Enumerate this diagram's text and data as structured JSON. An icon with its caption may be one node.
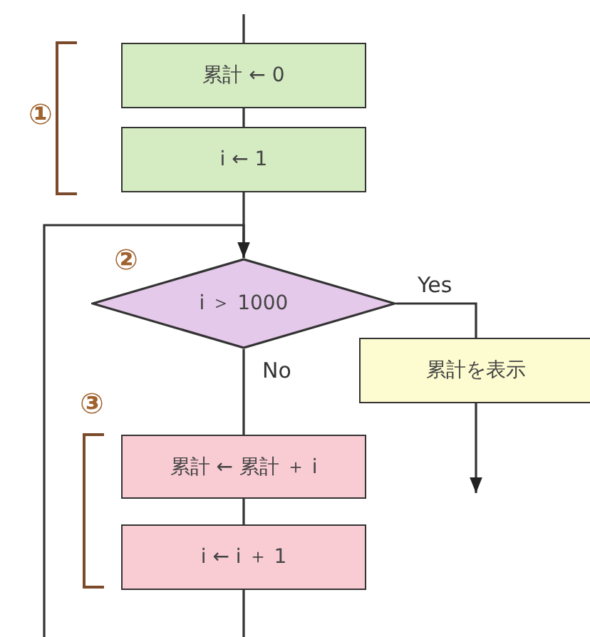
{
  "diagram": {
    "nodes": [
      {
        "text": [
          "累計 ← 0"
        ]
      },
      {
        "text": [
          "i ← 1"
        ]
      },
      {
        "text": [
          "i ＞ 1000"
        ]
      },
      {
        "text": [
          "累計を表示"
        ]
      },
      {
        "text": [
          "累計 ← 累計 ＋ i"
        ]
      },
      {
        "text": [
          "i ← i ＋ 1"
        ]
      }
    ],
    "edges": [
      {
        "from": null,
        "to": 0,
        "arrow": "none"
      },
      {
        "from": 0,
        "to": 1,
        "arrow": "none"
      },
      {
        "from": 1,
        "to": 2,
        "arrow": "none"
      },
      {
        "from": null,
        "to": 2,
        "arrow": "to"
      },
      {
        "from": 2,
        "to": 3,
        "label": "Yes",
        "arrow": "none"
      },
      {
        "from": 3,
        "to": null,
        "arrow": "to"
      },
      {
        "from": 2,
        "to": 4,
        "label": "No",
        "arrow": "none"
      },
      {
        "from": 4,
        "to": 5,
        "arrow": "none"
      },
      {
        "from": 5,
        "to": null,
        "arrow": "none"
      }
    ],
    "labels": [
      "①",
      "②",
      "③"
    ]
  }
}
